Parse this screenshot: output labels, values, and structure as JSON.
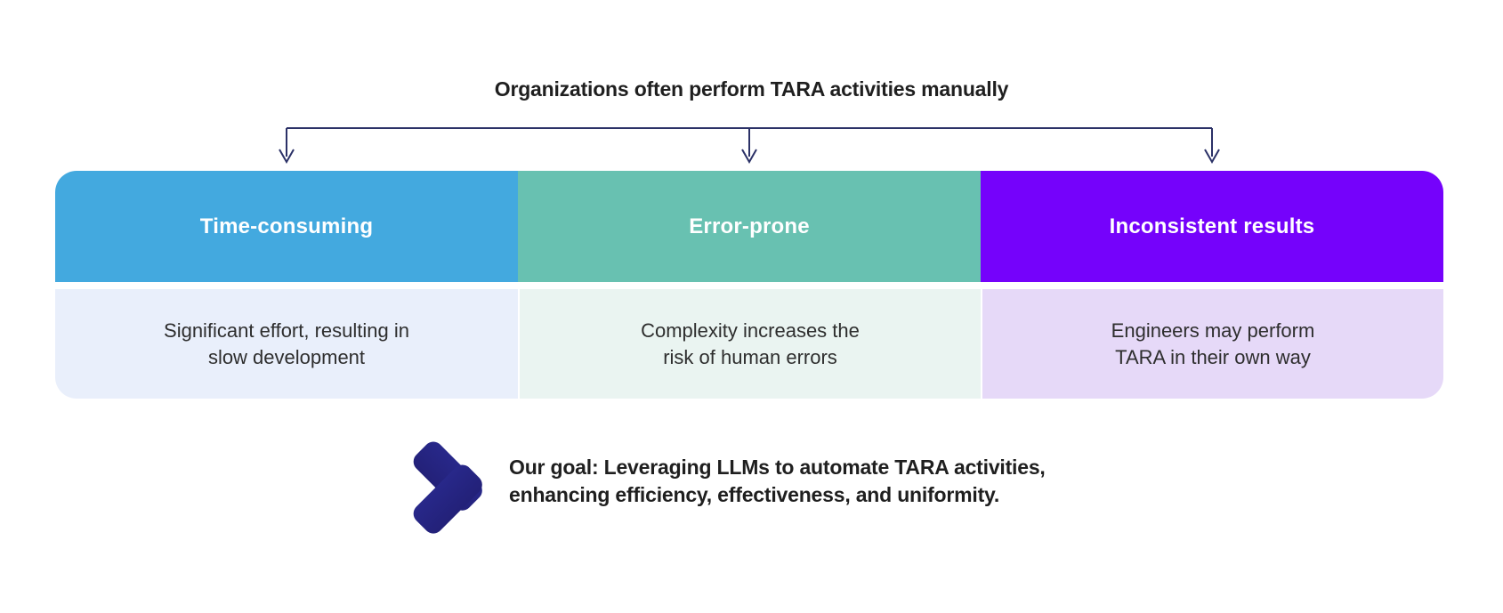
{
  "title": "Organizations often perform TARA activities manually",
  "columns": [
    {
      "header": "Time-consuming",
      "body_line1": "Significant effort, resulting in",
      "body_line2": "slow development",
      "header_color": "#43A9DF",
      "body_color": "#E9EFFB"
    },
    {
      "header": "Error-prone",
      "body_line1": "Complexity increases the",
      "body_line2": "risk of human errors",
      "header_color": "#68C1B1",
      "body_color": "#EAF4F1"
    },
    {
      "header": "Inconsistent results",
      "body_line1": "Engineers may perform",
      "body_line2": "TARA in their own way",
      "header_color": "#7502FB",
      "body_color": "#E6D9F8"
    }
  ],
  "goal": {
    "line1": "Our goal: Leveraging LLMs to automate TARA activities,",
    "line2": "enhancing efficiency, effectiveness, and uniformity."
  },
  "colors": {
    "connector": "#2B3167",
    "icon_gradient_top": "#28288A",
    "icon_gradient_bottom": "#171050",
    "title_text": "#1F1F1F",
    "body_text": "#2E2E2E"
  }
}
